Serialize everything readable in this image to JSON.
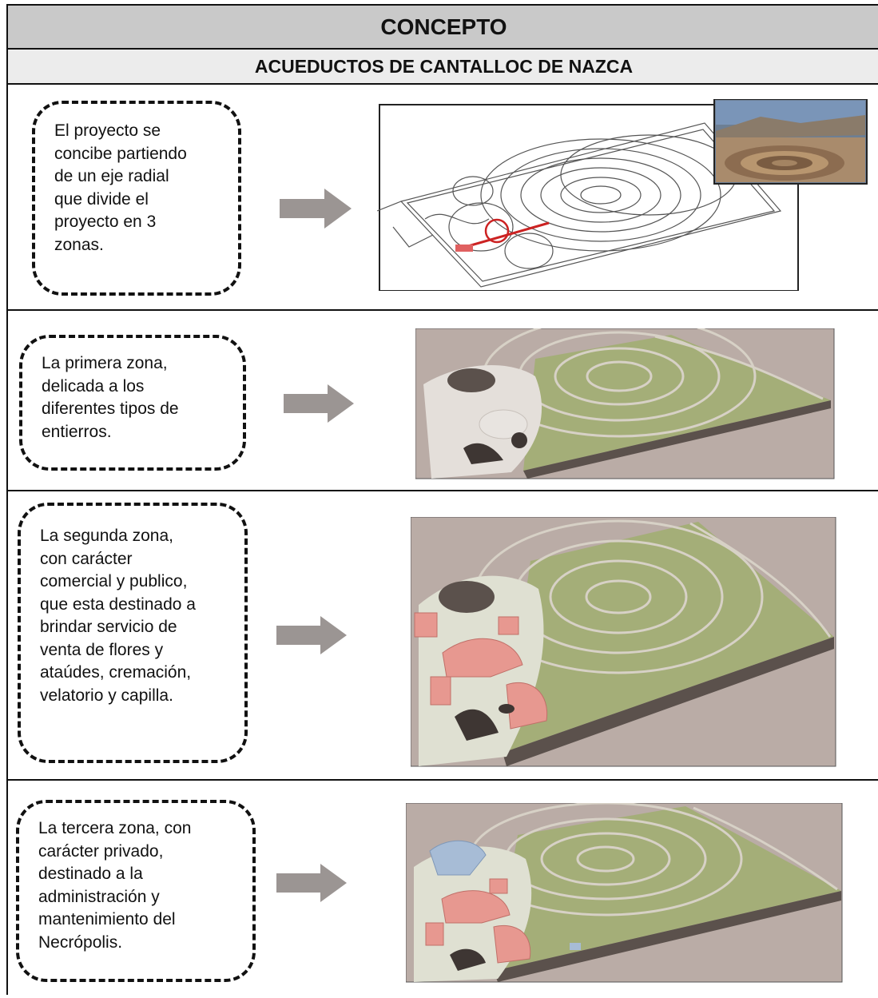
{
  "header": {
    "title": "CONCEPTO",
    "subtitle": "ACUEDUCTOS DE CANTALLOC DE NAZCA"
  },
  "rows": [
    {
      "text": "El proyecto se\nconcibe partiendo\nde un eje radial\nque divide el\nproyecto en 3\nzonas.",
      "image": "site-plan-linework"
    },
    {
      "text": "La primera zona,\ndelicada a los\ndiferentes tipos de\nentierros.",
      "image": "zone-1-3d-model"
    },
    {
      "text": "La segunda zona,\ncon carácter\ncomercial y publico,\nque esta destinado a\nbrindar servicio de\nventa de flores y\nataúdes, cremación,\nvelatorio y capilla.",
      "image": "zone-2-3d-model"
    },
    {
      "text": "La tercera zona, con\ncarácter privado,\ndestinado a la\nadministración y\nmantenimiento del\nNecrópolis.",
      "image": "zone-3-3d-model"
    }
  ],
  "colors": {
    "arrow": "#9b9593",
    "ground": "#baaca6",
    "lawn": "#a4ae78",
    "building": "#e79890",
    "admin": "#a7bcd6",
    "hedge": "#d4dbbf"
  },
  "icons": [
    "right-arrow-icon"
  ]
}
